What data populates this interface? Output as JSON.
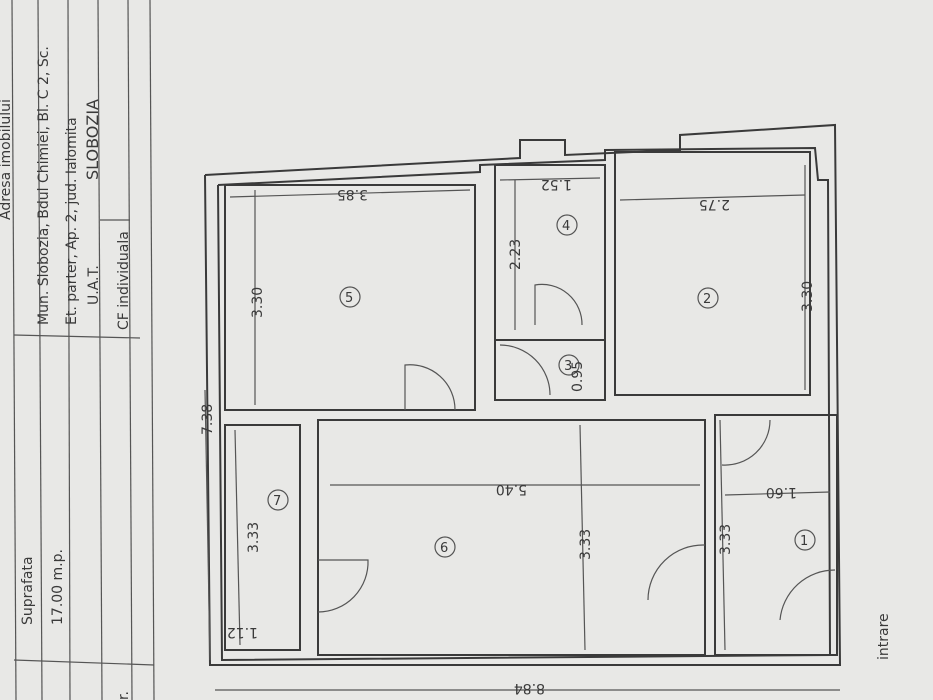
{
  "header_table": {
    "title_partial": "Adresa imobilului",
    "surface_label": "Suprafata",
    "surface_value": "17.00 m.p.",
    "address_line1": "Mun. Slobozia, Bdul Chimiei, Bl. C 2, Sc.",
    "address_line2": "Et. parter, Ap. 2, jud. Ialomita",
    "uat_label": "U.A.T.",
    "uat_value": "SLOBOZIA",
    "cf_label": "CF individuala",
    "row_label_partial": "r."
  },
  "plan": {
    "overall_width": "7.38",
    "overall_length": "8.84",
    "entrance_label": "intrare",
    "rooms": [
      {
        "number": "1",
        "dims": [
          "1.60",
          "3.33"
        ]
      },
      {
        "number": "2",
        "dims": [
          "2.75",
          "3.30"
        ]
      },
      {
        "number": "3",
        "dims": [
          "0.95"
        ]
      },
      {
        "number": "4",
        "dims": [
          "1.52",
          "2.23"
        ]
      },
      {
        "number": "5",
        "dims": [
          "3.85",
          "3.30"
        ]
      },
      {
        "number": "6",
        "dims": [
          "5.40",
          "3.33"
        ]
      },
      {
        "number": "7",
        "dims": [
          "3.33",
          "1.12"
        ]
      }
    ]
  }
}
